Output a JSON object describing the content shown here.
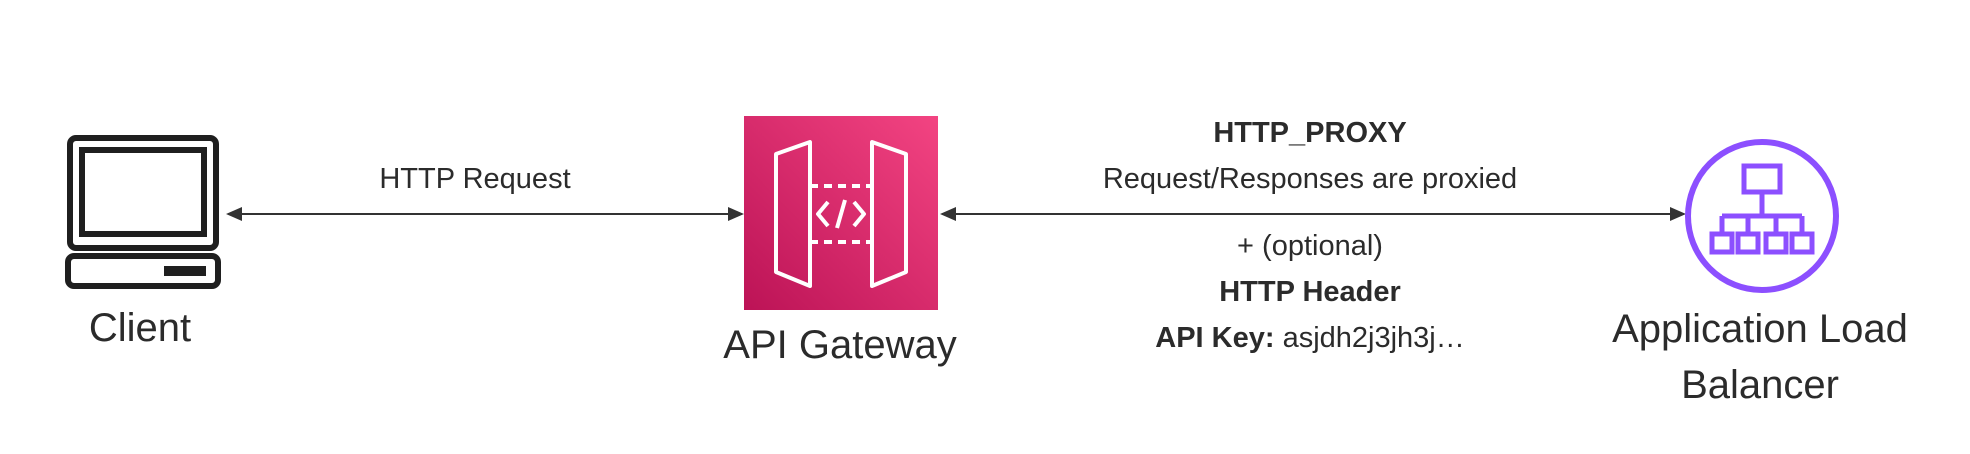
{
  "nodes": {
    "client": {
      "label": "Client",
      "icon": "laptop-icon"
    },
    "api_gateway": {
      "label": "API Gateway",
      "icon": "api-gateway-icon",
      "color_top": "#F34482",
      "color_bottom": "#BC1356"
    },
    "alb": {
      "label_line1": "Application Load",
      "label_line2": "Balancer",
      "icon": "load-balancer-icon",
      "color": "#8C4FFF"
    }
  },
  "edges": {
    "client_to_gateway": {
      "label": "HTTP Request"
    },
    "gateway_to_alb": {
      "title": "HTTP_PROXY",
      "subtitle": "Request/Responses are proxied",
      "optional": "+ (optional)",
      "header_title": "HTTP Header",
      "api_key_label": "API Key:",
      "api_key_value": "asjdh2j3jh3j…"
    }
  },
  "colors": {
    "line": "#333333",
    "icon_dark": "#1f1f1f"
  }
}
